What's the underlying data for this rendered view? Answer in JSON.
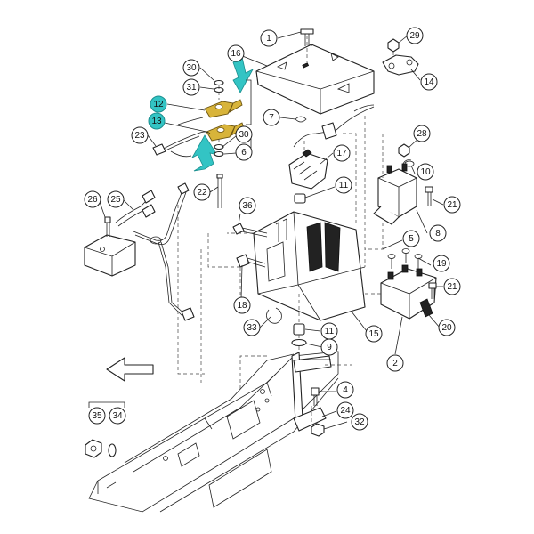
{
  "diagram": {
    "callouts": [
      {
        "label": "1",
        "highlight": false
      },
      {
        "label": "16",
        "highlight": false
      },
      {
        "label": "29",
        "highlight": false
      },
      {
        "label": "14",
        "highlight": false
      },
      {
        "label": "30",
        "highlight": false
      },
      {
        "label": "31",
        "highlight": false
      },
      {
        "label": "12",
        "highlight": true
      },
      {
        "label": "13",
        "highlight": true
      },
      {
        "label": "23",
        "highlight": false
      },
      {
        "label": "7",
        "highlight": false
      },
      {
        "label": "30",
        "highlight": false
      },
      {
        "label": "6",
        "highlight": false
      },
      {
        "label": "28",
        "highlight": false
      },
      {
        "label": "17",
        "highlight": false
      },
      {
        "label": "10",
        "highlight": false
      },
      {
        "label": "11",
        "highlight": false
      },
      {
        "label": "22",
        "highlight": false
      },
      {
        "label": "21",
        "highlight": false
      },
      {
        "label": "26",
        "highlight": false
      },
      {
        "label": "25",
        "highlight": false
      },
      {
        "label": "36",
        "highlight": false
      },
      {
        "label": "8",
        "highlight": false
      },
      {
        "label": "5",
        "highlight": false
      },
      {
        "label": "19",
        "highlight": false
      },
      {
        "label": "21",
        "highlight": false
      },
      {
        "label": "18",
        "highlight": false
      },
      {
        "label": "33",
        "highlight": false
      },
      {
        "label": "11",
        "highlight": false
      },
      {
        "label": "15",
        "highlight": false
      },
      {
        "label": "20",
        "highlight": false
      },
      {
        "label": "9",
        "highlight": false
      },
      {
        "label": "2",
        "highlight": false
      },
      {
        "label": "4",
        "highlight": false
      },
      {
        "label": "24",
        "highlight": false
      },
      {
        "label": "32",
        "highlight": false
      },
      {
        "label": "35",
        "highlight": false
      },
      {
        "label": "34",
        "highlight": false
      }
    ],
    "colors": {
      "highlight": "#33c4c4",
      "terminal": "#d8b43a",
      "line": "#222222",
      "background": "#ffffff"
    }
  }
}
